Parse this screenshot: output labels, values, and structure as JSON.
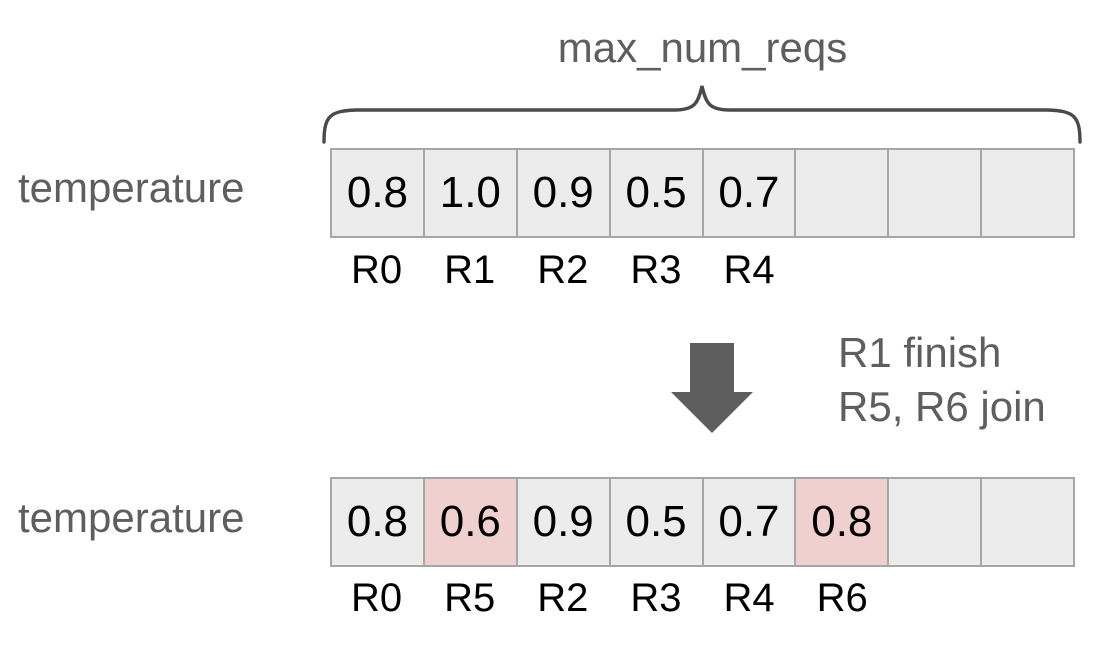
{
  "diagram": {
    "bracket_label": "max_num_reqs",
    "colors": {
      "text_gray": "#5e5e5e",
      "cell_fill": "#ececec",
      "cell_highlight": "#f0cfcf",
      "cell_border": "#a6a6a6",
      "arrow_fill": "#5e5e5e",
      "value_text": "#000000",
      "background": "#ffffff"
    },
    "top_row": {
      "label": "temperature",
      "cells": [
        {
          "value": "0.8",
          "highlight": false
        },
        {
          "value": "1.0",
          "highlight": false
        },
        {
          "value": "0.9",
          "highlight": false
        },
        {
          "value": "0.5",
          "highlight": false
        },
        {
          "value": "0.7",
          "highlight": false
        },
        {
          "value": "",
          "highlight": false
        },
        {
          "value": "",
          "highlight": false
        },
        {
          "value": "",
          "highlight": false
        }
      ],
      "ticks": [
        "R0",
        "R1",
        "R2",
        "R3",
        "R4",
        "",
        "",
        ""
      ]
    },
    "transition": {
      "arrow": "down-arrow",
      "note_line1": "R1 finish",
      "note_line2": "R5, R6 join"
    },
    "bottom_row": {
      "label": "temperature",
      "cells": [
        {
          "value": "0.8",
          "highlight": false
        },
        {
          "value": "0.6",
          "highlight": true
        },
        {
          "value": "0.9",
          "highlight": false
        },
        {
          "value": "0.5",
          "highlight": false
        },
        {
          "value": "0.7",
          "highlight": false
        },
        {
          "value": "0.8",
          "highlight": true
        },
        {
          "value": "",
          "highlight": false
        },
        {
          "value": "",
          "highlight": false
        }
      ],
      "ticks": [
        "R0",
        "R5",
        "R2",
        "R3",
        "R4",
        "R6",
        "",
        ""
      ]
    }
  }
}
